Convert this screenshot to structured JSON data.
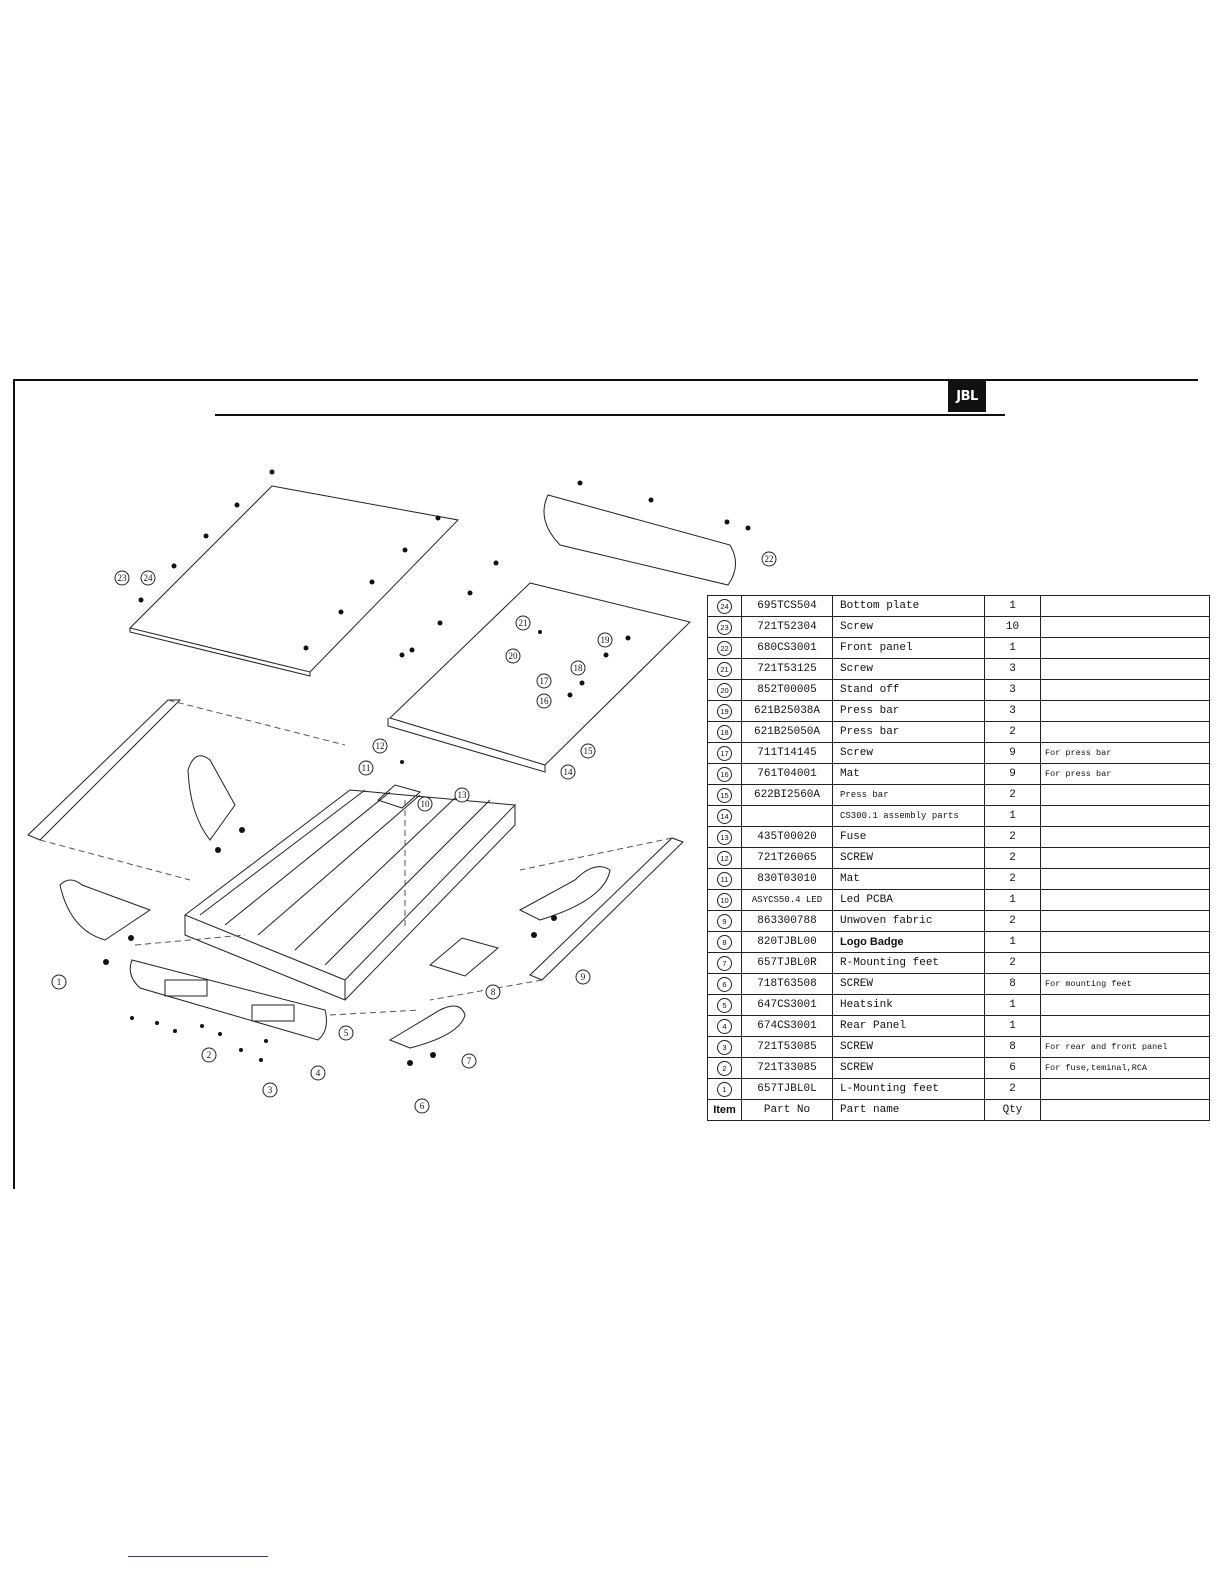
{
  "brand": {
    "logo_text": "JBL"
  },
  "callouts": [
    "1",
    "2",
    "3",
    "4",
    "5",
    "6",
    "7",
    "8",
    "9",
    "10",
    "11",
    "12",
    "13",
    "14",
    "15",
    "16",
    "17",
    "18",
    "19",
    "20",
    "21",
    "22",
    "23",
    "24"
  ],
  "table": {
    "header": {
      "item": "Item",
      "part_no": "Part No",
      "part_name": "Part name",
      "qty": "Qty"
    },
    "rows": [
      {
        "item": "24",
        "part_no": "695TCS504",
        "part_name": "Bottom plate",
        "qty": "1",
        "note": ""
      },
      {
        "item": "23",
        "part_no": "721T52304",
        "part_name": "Screw",
        "qty": "10",
        "note": ""
      },
      {
        "item": "22",
        "part_no": "680CS3001",
        "part_name": "Front panel",
        "qty": "1",
        "note": ""
      },
      {
        "item": "21",
        "part_no": "721T53125",
        "part_name": "Screw",
        "qty": "3",
        "note": ""
      },
      {
        "item": "20",
        "part_no": "852T00005",
        "part_name": "Stand off",
        "qty": "3",
        "note": ""
      },
      {
        "item": "19",
        "part_no": "621B25038A",
        "part_name": "Press bar",
        "qty": "3",
        "note": ""
      },
      {
        "item": "18",
        "part_no": "621B25050A",
        "part_name": "Press bar",
        "qty": "2",
        "note": ""
      },
      {
        "item": "17",
        "part_no": "711T14145",
        "part_name": "Screw",
        "qty": "9",
        "note": "For press bar"
      },
      {
        "item": "16",
        "part_no": "761T04001",
        "part_name": "Mat",
        "qty": "9",
        "note": "For press bar"
      },
      {
        "item": "15",
        "part_no": "622BI2560A",
        "part_name": "Press bar",
        "qty": "2",
        "note": ""
      },
      {
        "item": "14",
        "part_no": "",
        "part_name": "CS300.1 assembly parts",
        "qty": "1",
        "note": ""
      },
      {
        "item": "13",
        "part_no": "435T00020",
        "part_name": "Fuse",
        "qty": "2",
        "note": ""
      },
      {
        "item": "12",
        "part_no": "721T26065",
        "part_name": "SCREW",
        "qty": "2",
        "note": ""
      },
      {
        "item": "11",
        "part_no": "830T03010",
        "part_name": "Mat",
        "qty": "2",
        "note": ""
      },
      {
        "item": "10",
        "part_no": "ASYCS50.4 LED",
        "part_name": "Led PCBA",
        "qty": "1",
        "note": ""
      },
      {
        "item": "9",
        "part_no": "863300788",
        "part_name": "Unwoven fabric",
        "qty": "2",
        "note": ""
      },
      {
        "item": "8",
        "part_no": "820TJBL00",
        "part_name": "Logo Badge",
        "qty": "1",
        "note": ""
      },
      {
        "item": "7",
        "part_no": "657TJBL0R",
        "part_name": "R-Mounting feet",
        "qty": "2",
        "note": ""
      },
      {
        "item": "6",
        "part_no": "718T63508",
        "part_name": "SCREW",
        "qty": "8",
        "note": "For mounting feet"
      },
      {
        "item": "5",
        "part_no": "647CS3001",
        "part_name": "Heatsink",
        "qty": "1",
        "note": ""
      },
      {
        "item": "4",
        "part_no": "674CS3001",
        "part_name": "Rear Panel",
        "qty": "1",
        "note": ""
      },
      {
        "item": "3",
        "part_no": "721T53085",
        "part_name": "SCREW",
        "qty": "8",
        "note": "For rear and front panel"
      },
      {
        "item": "2",
        "part_no": "721T33085",
        "part_name": "SCREW",
        "qty": "6",
        "note": "For fuse,teminal,RCA"
      },
      {
        "item": "1",
        "part_no": "657TJBL0L",
        "part_name": "L-Mounting feet",
        "qty": "2",
        "note": ""
      }
    ]
  }
}
